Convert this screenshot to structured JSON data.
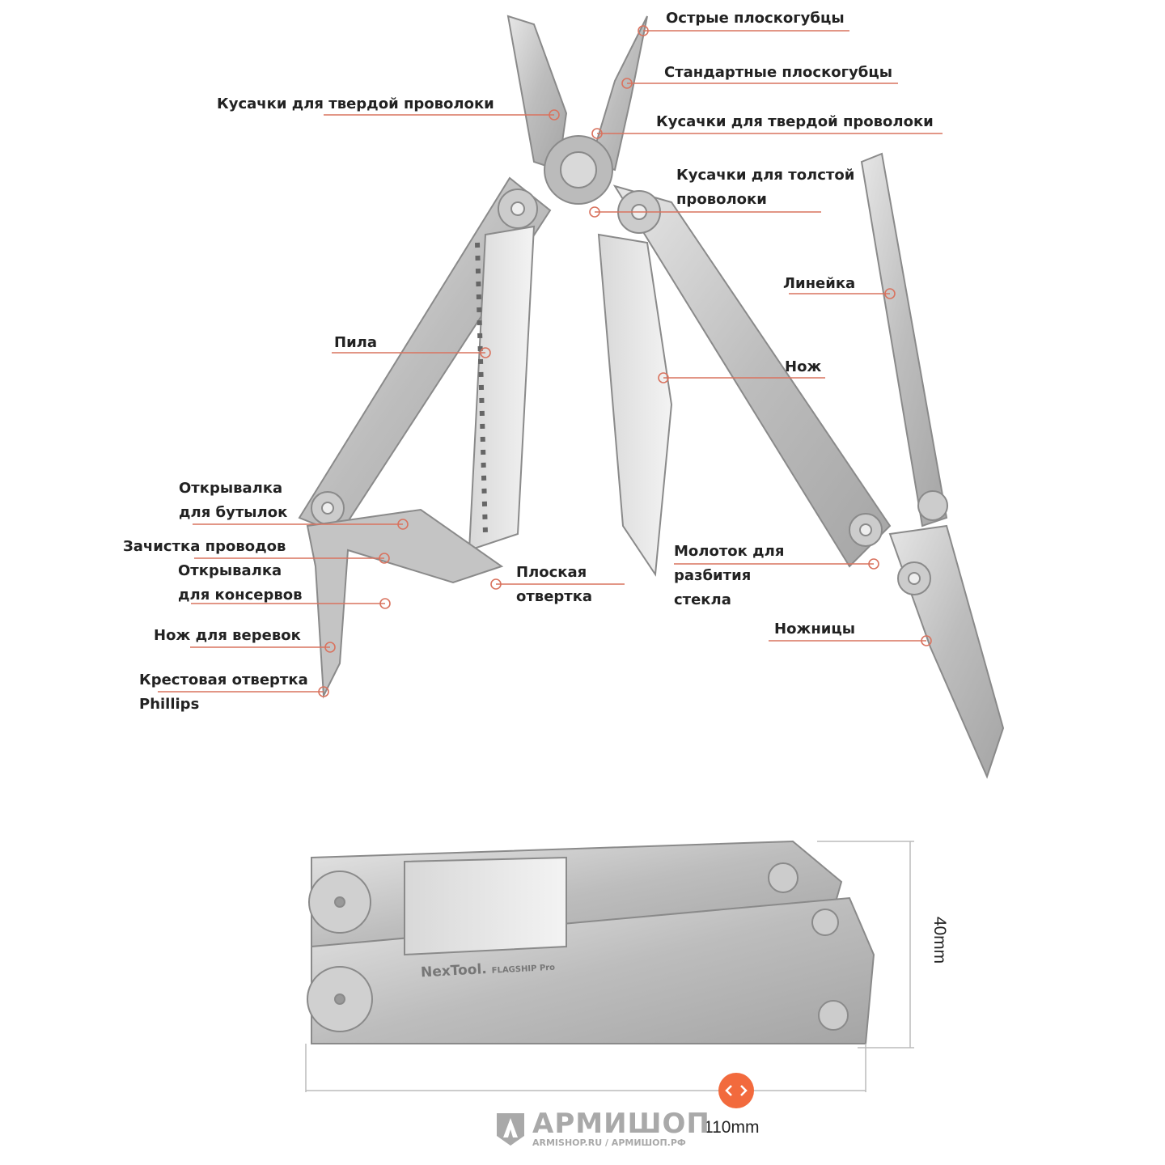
{
  "labels": {
    "sharp_pliers": "Острые плоскогубцы",
    "standard_pliers": "Стандартные плоскогубцы",
    "hard_wire_cutter_left": "Кусачки для твердой проволоки",
    "hard_wire_cutter_right": "Кусачки для твердой проволоки",
    "thick_wire_cutter_1": "Кусачки для толстой",
    "thick_wire_cutter_2": "проволоки",
    "ruler": "Линейка",
    "saw": "Пила",
    "knife": "Нож",
    "bottle_opener_1": "Открывалка",
    "bottle_opener_2": "для бутылок",
    "wire_stripper": "Зачистка проводов",
    "can_opener_1": "Открывалка",
    "can_opener_2": "для консервов",
    "flat_screwdriver_1": "Плоская",
    "flat_screwdriver_2": "отвертка",
    "glass_breaker_1": "Молоток для",
    "glass_breaker_2": "разбития",
    "glass_breaker_3": "стекла",
    "rope_cutter": "Нож для веревок",
    "scissors": "Ножницы",
    "phillips_1": "Крестовая отвертка",
    "phillips_2": "Phillips"
  },
  "dimensions": {
    "height": "40mm",
    "length": "110mm"
  },
  "brand": {
    "tool_brand": "NexTool.",
    "tool_model": "FLAGSHIP Pro"
  },
  "logo": {
    "name": "АРМИШОП",
    "sub": "ARMISHOP.RU / АРМИШОП.РФ"
  },
  "colors": {
    "leader": "#d9735f",
    "accent": "#f26a3d",
    "metal": "#c9c9c9"
  }
}
